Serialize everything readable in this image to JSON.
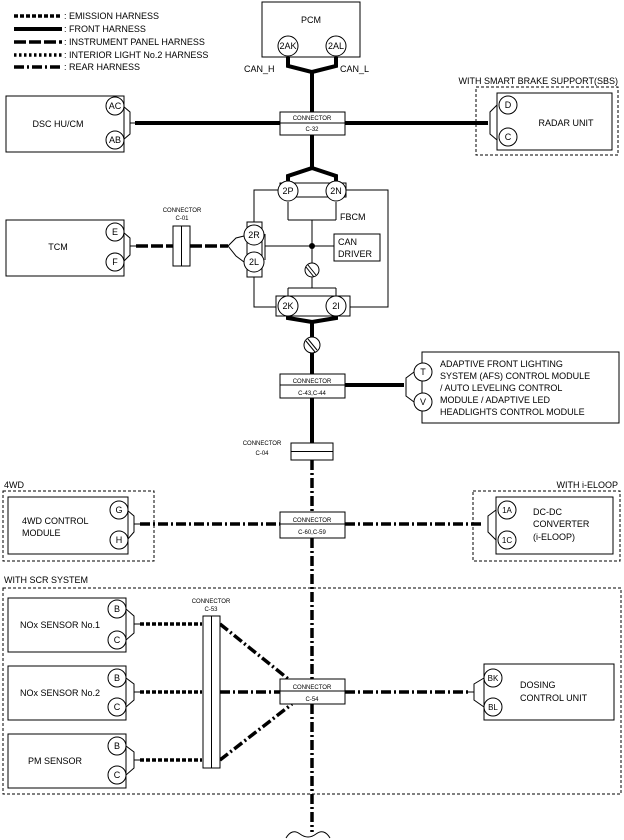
{
  "legend": [
    {
      "label": ": EMISSION HARNESS",
      "style": "emission"
    },
    {
      "label": ": FRONT HARNESS",
      "style": "front"
    },
    {
      "label": ": INSTRUMENT PANEL HARNESS",
      "style": "instrument"
    },
    {
      "label": ": INTERIOR LIGHT No.2 HARNESS",
      "style": "interior"
    },
    {
      "label": ": REAR HARNESS",
      "style": "rear"
    }
  ],
  "pcm": {
    "name": "PCM",
    "pin1": "2AK",
    "pin2": "2AL",
    "can_h": "CAN_H",
    "can_l": "CAN_L"
  },
  "dsc": {
    "name": "DSC HU/CM",
    "pin1": "AC",
    "pin2": "AB"
  },
  "c32": {
    "line1": "CONNECTOR",
    "line2": "C-32"
  },
  "sbs": {
    "group": "WITH SMART BRAKE SUPPORT(SBS)",
    "name": "RADAR UNIT",
    "pin1": "D",
    "pin2": "C"
  },
  "fbcm": {
    "name": "FBCM",
    "can_driver_1": "CAN",
    "can_driver_2": "DRIVER",
    "pin_2p": "2P",
    "pin_2n": "2N",
    "pin_2r": "2R",
    "pin_2l": "2L",
    "pin_2k": "2K",
    "pin_2i": "2I"
  },
  "tcm": {
    "name": "TCM",
    "pin1": "E",
    "pin2": "F"
  },
  "c01": {
    "line1": "CONNECTOR",
    "line2": "C-01"
  },
  "c43": {
    "line1": "CONNECTOR",
    "line2": "C-43,C-44"
  },
  "afs": {
    "line1": "ADAPTIVE FRONT LIGHTING",
    "line2": "SYSTEM (AFS) CONTROL MODULE",
    "line3": "/ AUTO LEVELING CONTROL",
    "line4": "MODULE / ADAPTIVE LED",
    "line5": "HEADLIGHTS CONTROL MODULE",
    "pin1": "T",
    "pin2": "V"
  },
  "c04": {
    "line1": "CONNECTOR",
    "line2": "C-04"
  },
  "fwd": {
    "group": "4WD",
    "line1": "4WD CONTROL",
    "line2": "MODULE",
    "pin1": "G",
    "pin2": "H"
  },
  "c60": {
    "line1": "CONNECTOR",
    "line2": "C-60,C-59"
  },
  "eloop": {
    "group": "WITH i-ELOOP",
    "line1": "DC-DC",
    "line2": "CONVERTER",
    "line3": "(i-ELOOP)",
    "pin1": "1A",
    "pin2": "1C"
  },
  "scr": {
    "group": "WITH SCR SYSTEM"
  },
  "nox1": {
    "name": "NOx SENSOR No.1",
    "pin1": "B",
    "pin2": "C"
  },
  "nox2": {
    "name": "NOx SENSOR No.2",
    "pin1": "B",
    "pin2": "C"
  },
  "pm": {
    "name": "PM SENSOR",
    "pin1": "B",
    "pin2": "C"
  },
  "c53": {
    "line1": "CONNECTOR",
    "line2": "C-53"
  },
  "c54": {
    "line1": "CONNECTOR",
    "line2": "C-54"
  },
  "dosing": {
    "line1": "DOSING",
    "line2": "CONTROL UNIT",
    "pin1": "BK",
    "pin2": "BL"
  }
}
